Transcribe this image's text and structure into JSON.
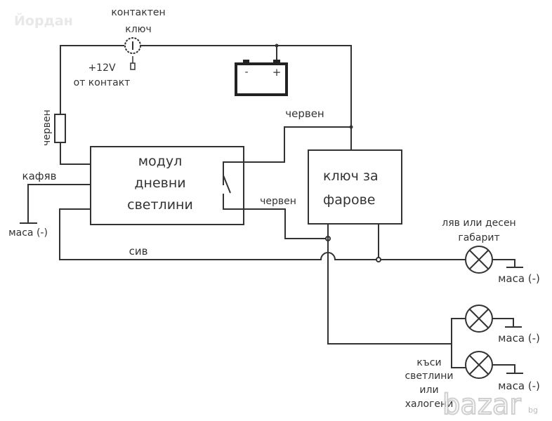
{
  "watermark": {
    "user": "Йордан",
    "site": "bazar",
    "site_tld": "bg"
  },
  "ignition_key": {
    "label_line1": "контактен",
    "label_line2": "ключ"
  },
  "supply": {
    "label_line1": "+12V",
    "label_line2": "от контакт"
  },
  "battery": {
    "minus": "-",
    "plus": "+"
  },
  "wires": {
    "red_fuse": "червен",
    "red_top": "червен",
    "red_mid": "червен",
    "brown": "кафяв",
    "grey": "сив"
  },
  "module": {
    "line1": "модул",
    "line2": "дневни",
    "line3": "светлини"
  },
  "headlight_switch": {
    "line1": "ключ за",
    "line2": "фарове"
  },
  "side_light": {
    "label_line1": "ляв или десен",
    "label_line2": "габарит"
  },
  "low_beam": {
    "line1": "къси",
    "line2": "светлини",
    "line3": "или",
    "line4": "халогени"
  },
  "ground": {
    "left": "маса (-)",
    "side": "маса (-)",
    "lamp1": "маса (-)",
    "lamp2": "маса (-)"
  }
}
